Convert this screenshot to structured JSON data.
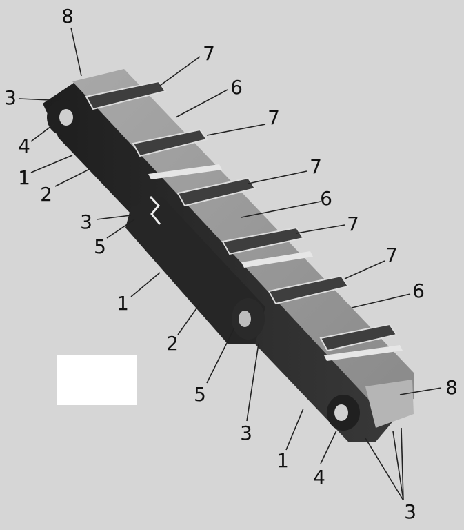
{
  "callouts": {
    "c1": "8",
    "c2": "7",
    "c3": "3",
    "c4": "6",
    "c5": "7",
    "c6": "4",
    "c7": "1",
    "c8": "2",
    "c9": "7",
    "c10": "6",
    "c11": "3",
    "c12": "5",
    "c13": "7",
    "c14": "7",
    "c15": "6",
    "c16": "1",
    "c17": "2",
    "c18": "5",
    "c19": "3",
    "c20": "8",
    "c21": "1",
    "c22": "4",
    "c23": "3"
  },
  "colors": {
    "background": "#d9d9d9",
    "body_dark": "#2e2e2e",
    "body_top": "#9a9a9a",
    "plate": "#8c8c8c",
    "bar": "#4a4a4a",
    "highlight": "#dcdcdc"
  }
}
